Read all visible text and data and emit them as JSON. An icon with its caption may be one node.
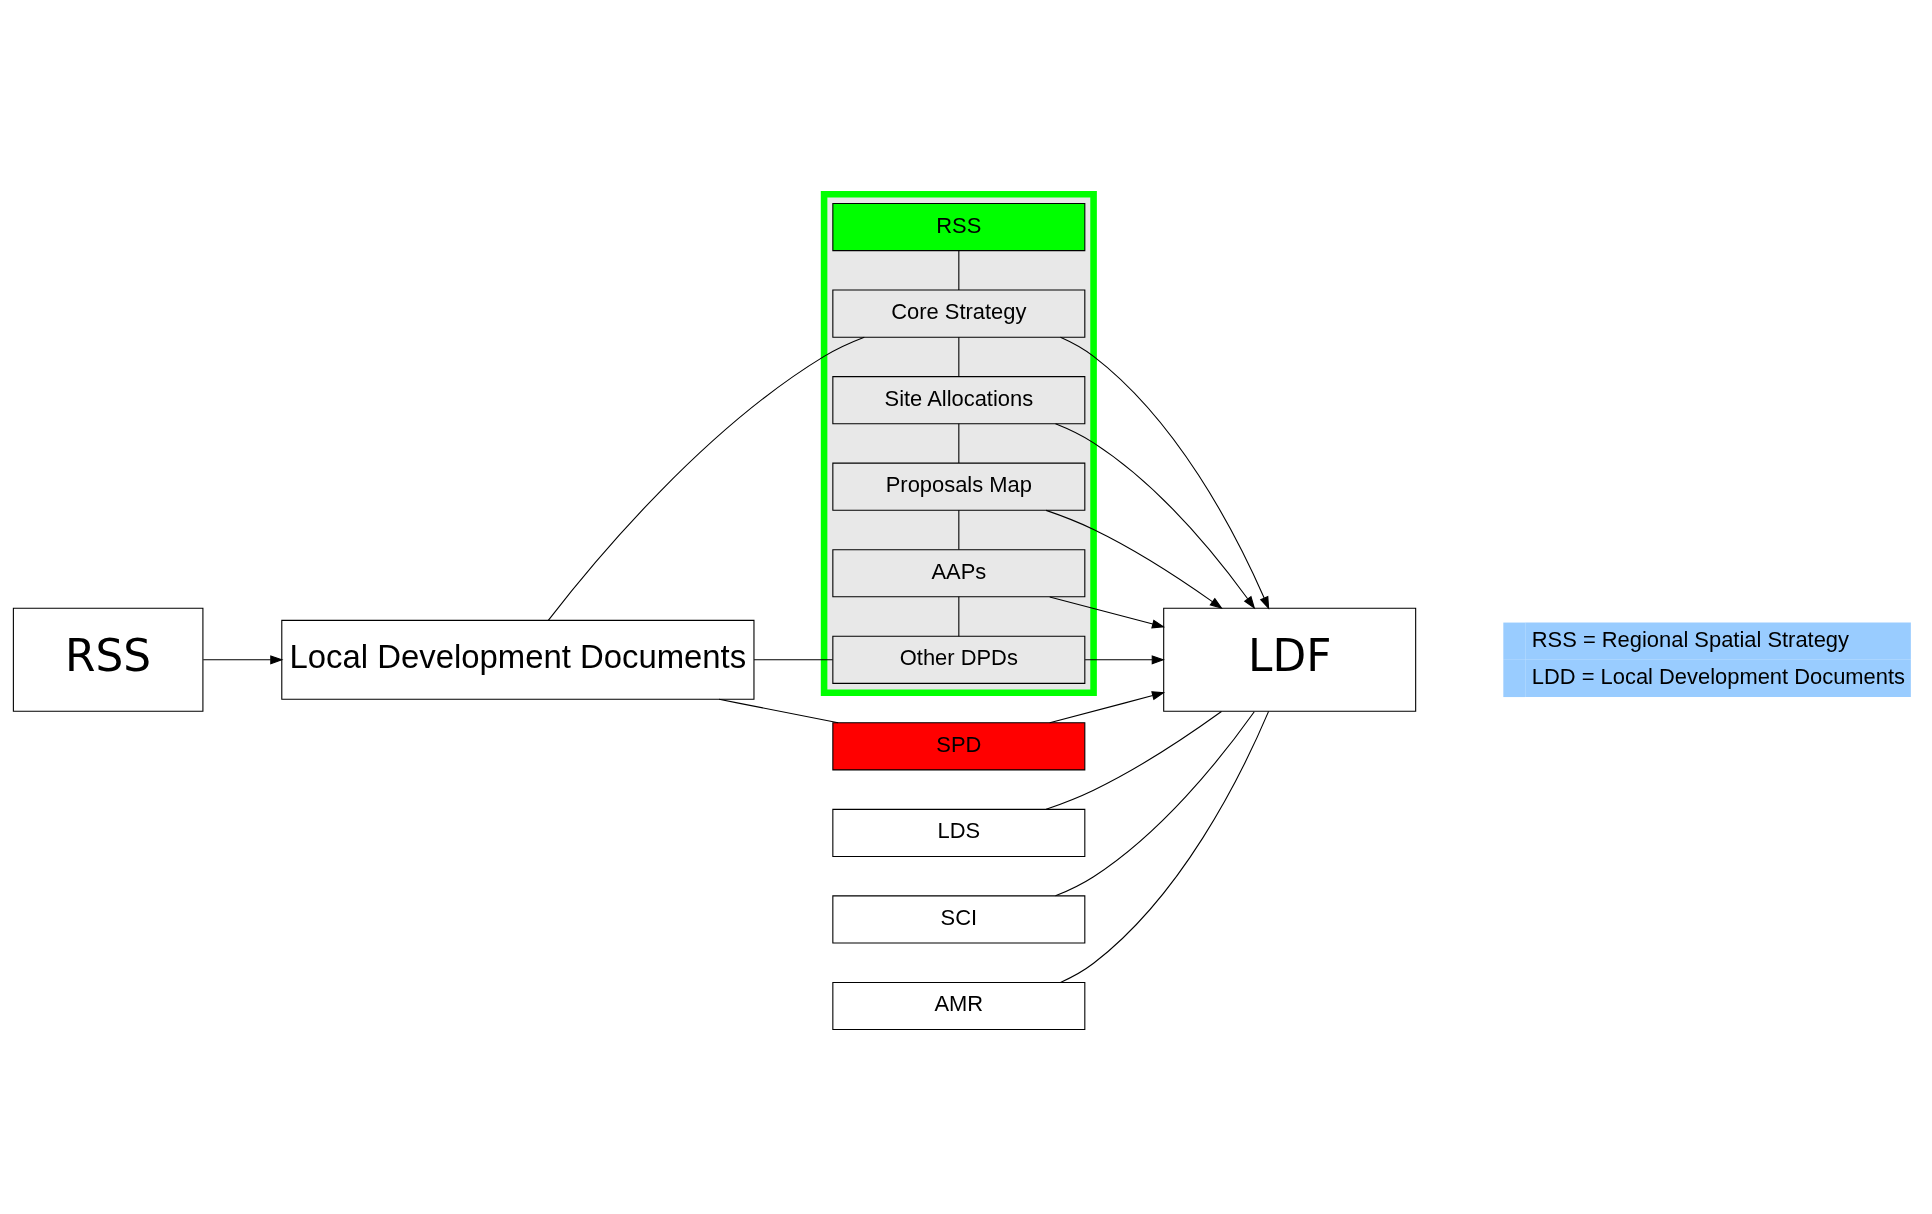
{
  "diagram": {
    "nodes": [
      {
        "text": [
          "RSS"
        ]
      },
      {
        "text": [
          "Local Development Documents"
        ]
      },
      {
        "text": [],
        "shape": "box"
      },
      {
        "text": [
          "RSS"
        ],
        "in": 2
      },
      {
        "text": [
          "Core Strategy"
        ],
        "in": 2
      },
      {
        "text": [
          "Site Allocations"
        ],
        "in": 2
      },
      {
        "text": [
          "Proposals Map"
        ],
        "in": 2
      },
      {
        "text": [
          "AAPs"
        ],
        "in": 2
      },
      {
        "text": [
          "Other DPDs"
        ],
        "in": 2
      },
      {
        "text": [
          "SPD"
        ]
      },
      {
        "text": [
          "LDS"
        ]
      },
      {
        "text": [
          "SCI"
        ]
      },
      {
        "text": [
          "AMR"
        ]
      },
      {
        "text": [
          "LDF"
        ]
      }
    ],
    "edges": [
      {
        "from": 0,
        "to": 1,
        "arrow": "to"
      },
      {
        "from": 3,
        "to": 4,
        "arrow": "none"
      },
      {
        "from": 4,
        "to": 5,
        "arrow": "none"
      },
      {
        "from": 5,
        "to": 6,
        "arrow": "none"
      },
      {
        "from": 6,
        "to": 7,
        "arrow": "none"
      },
      {
        "from": 7,
        "to": 8,
        "arrow": "none"
      },
      {
        "from": 1,
        "to": 4,
        "arrow": "none"
      },
      {
        "from": 1,
        "to": 8,
        "arrow": "none"
      },
      {
        "from": 1,
        "to": 9,
        "arrow": "none"
      },
      {
        "from": 4,
        "to": 13,
        "arrow": "to"
      },
      {
        "from": 5,
        "to": 13,
        "arrow": "to"
      },
      {
        "from": 6,
        "to": 13,
        "arrow": "to"
      },
      {
        "from": 7,
        "to": 13,
        "arrow": "to"
      },
      {
        "from": 8,
        "to": 13,
        "arrow": "to"
      },
      {
        "from": 9,
        "to": 13,
        "arrow": "to"
      },
      {
        "from": 10,
        "to": 13,
        "arrow": "none"
      },
      {
        "from": 11,
        "to": 13,
        "arrow": "none"
      },
      {
        "from": 12,
        "to": 13,
        "arrow": "none"
      }
    ],
    "legend": [
      {
        "text": "RSS = Regional Spatial Strategy",
        "color": "#99ccff"
      },
      {
        "text": "LDD = Local Development Documents",
        "color": "#99ccff"
      }
    ]
  }
}
